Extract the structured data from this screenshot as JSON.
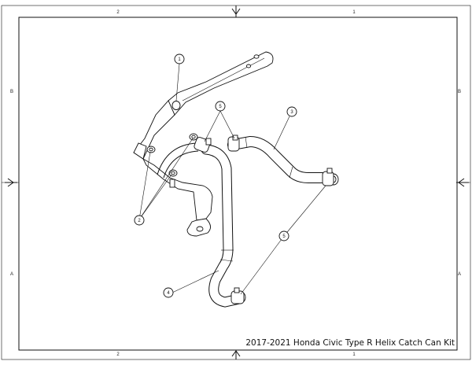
{
  "sheet": {
    "zones_top": [
      "2",
      "1"
    ],
    "zones_bottom": [
      "2",
      "1"
    ],
    "zones_left": [
      "B",
      "A"
    ],
    "zones_right": [
      "B",
      "A"
    ]
  },
  "balloons": [
    {
      "label": "1"
    },
    {
      "label": "5"
    },
    {
      "label": "3"
    },
    {
      "label": "2"
    },
    {
      "label": "4"
    },
    {
      "label": "5"
    }
  ],
  "title_block": {
    "title": "2017-2021 Honda Civic Type R Helix Catch Can Kit"
  }
}
